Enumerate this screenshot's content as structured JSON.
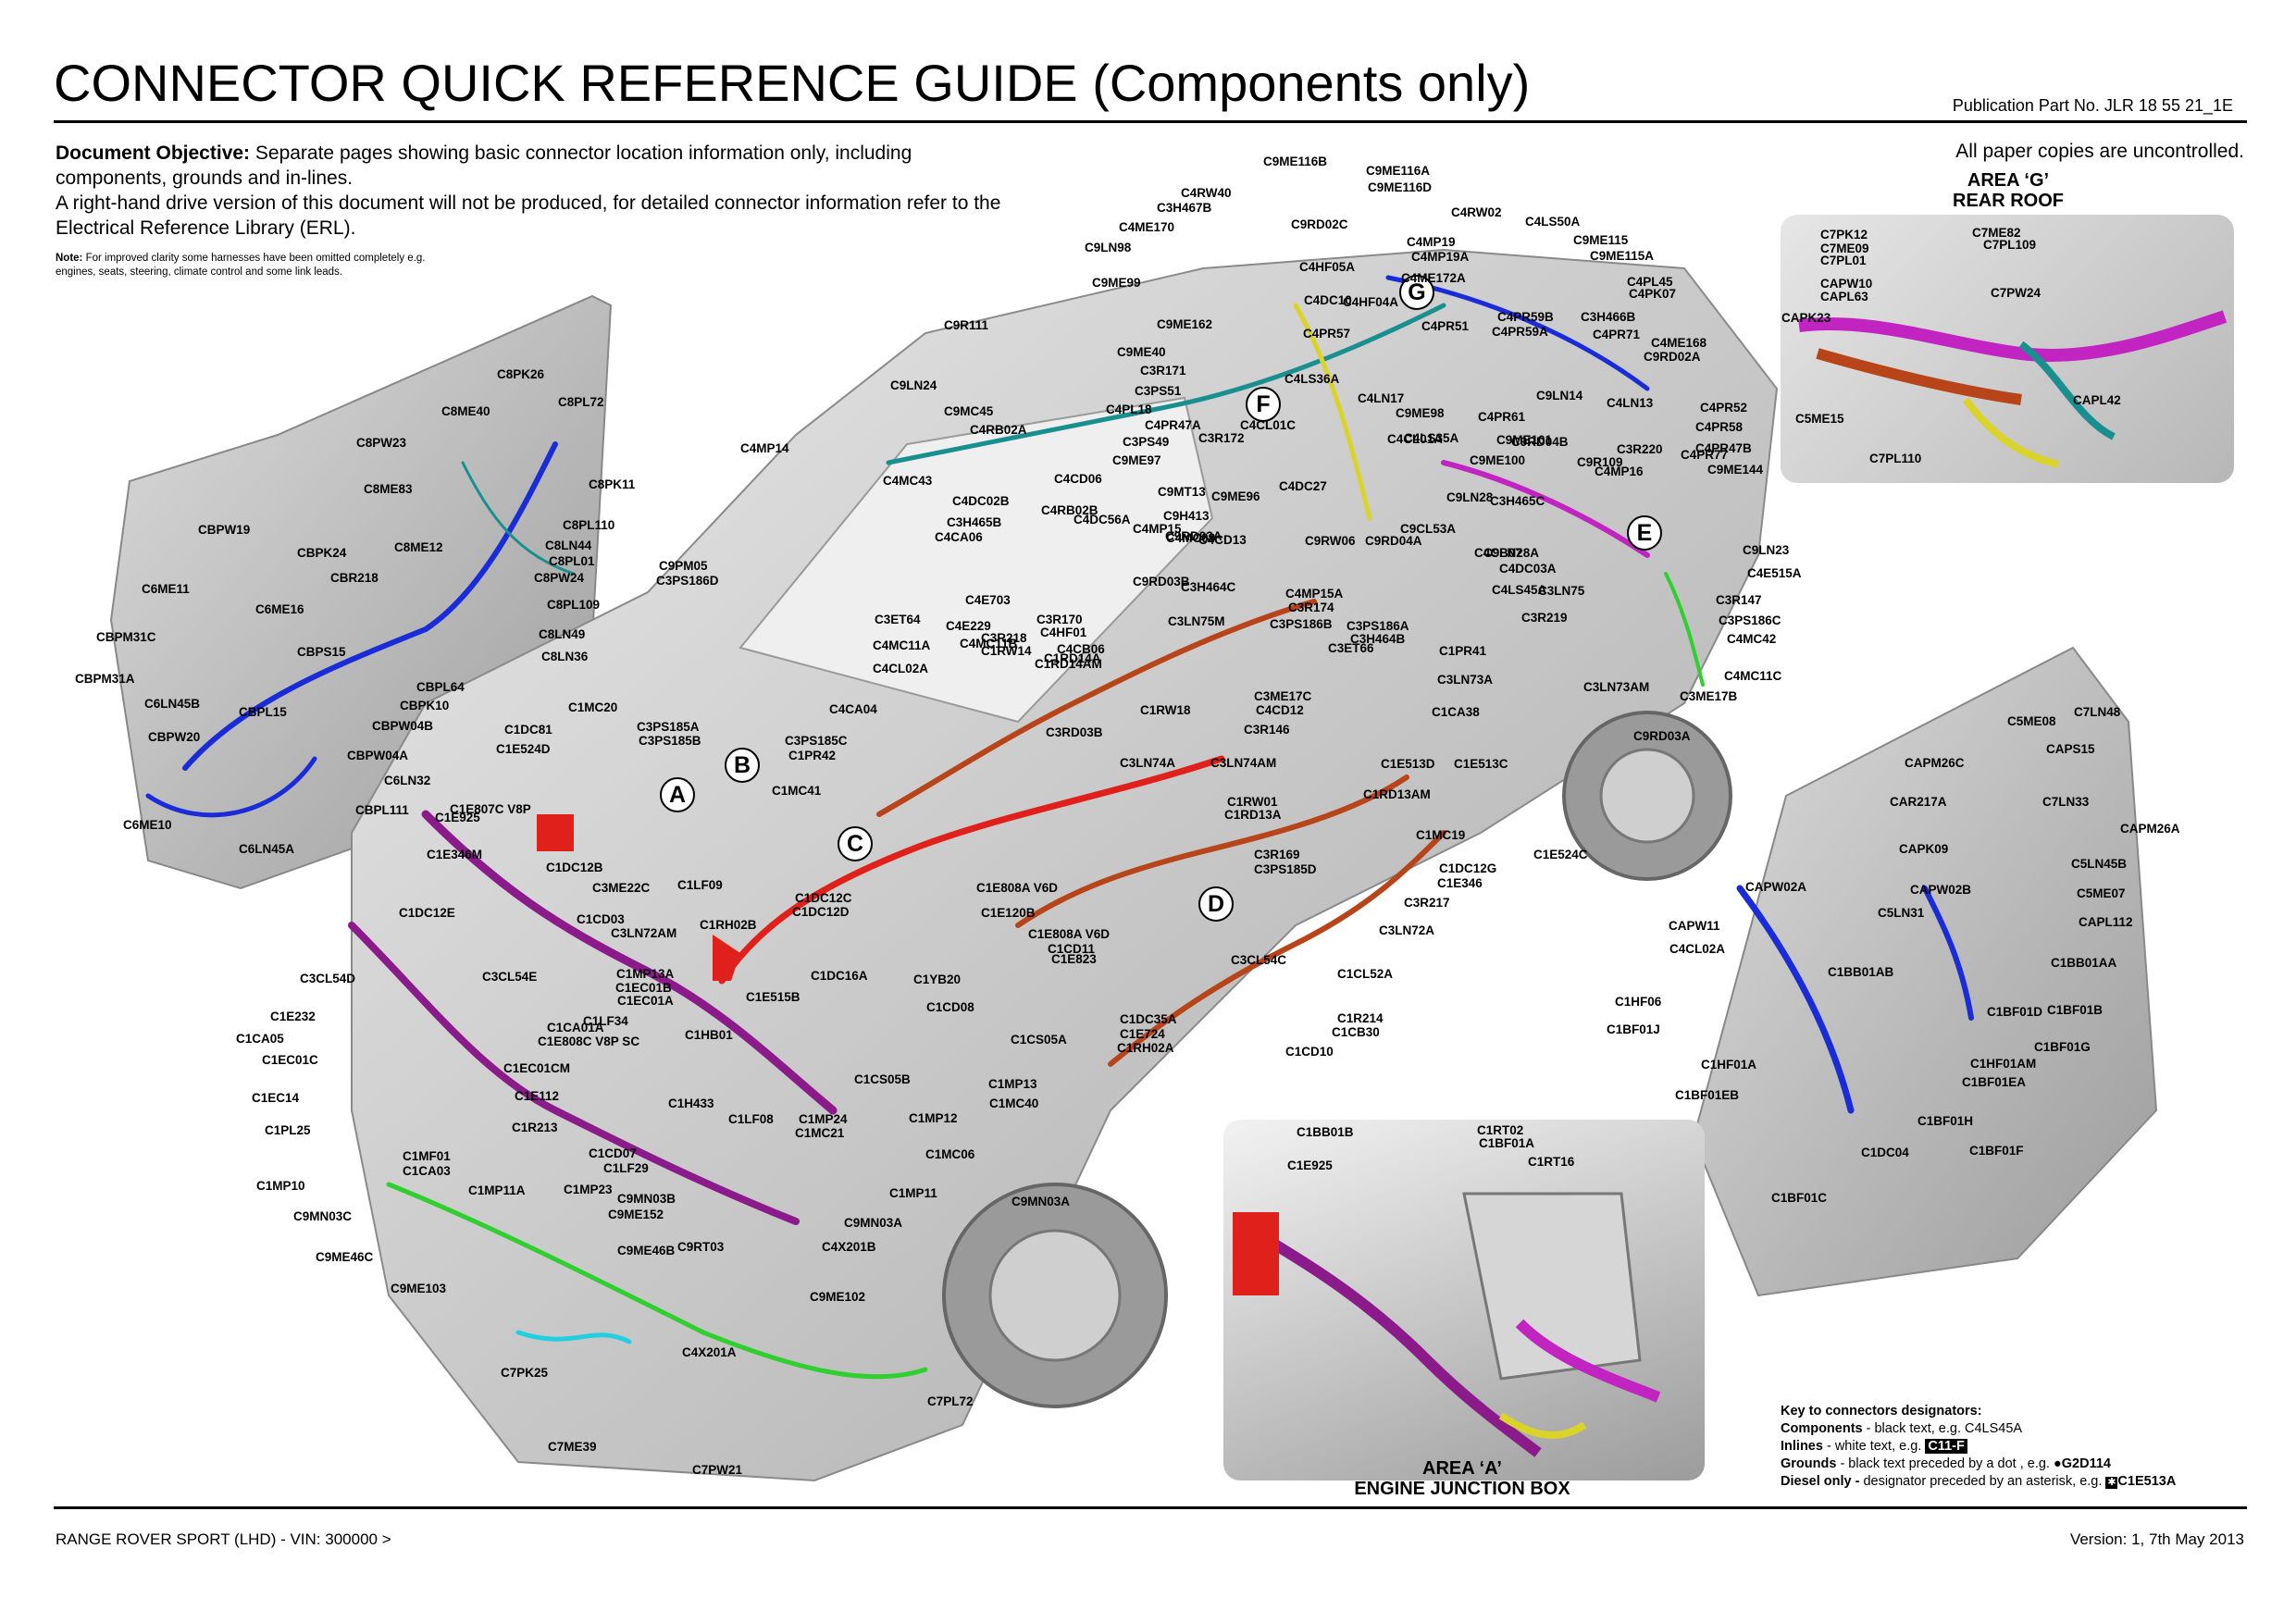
{
  "header": {
    "title": "CONNECTOR QUICK REFERENCE GUIDE  (Components only)",
    "publication": "Publication Part No. JLR 18 55 21_1E"
  },
  "intro": {
    "objective_label": "Document Objective:",
    "objective_text": " Separate pages showing basic connector location information only, including components, grounds and in-lines.",
    "rhd_text": "A right-hand drive version of this document will not be produced, for detailed connector information refer to the Electrical Reference Library (ERL).",
    "note_label": "Note:",
    "note_text": " For improved clarity some harnesses have been omitted completely e.g. engines, seats, steering, climate control and some link leads."
  },
  "uncontrolled": "All paper copies are uncontrolled.",
  "area_g": {
    "line1": "AREA ‘G’",
    "line2": "REAR ROOF"
  },
  "area_a": {
    "line1": "AREA ‘A’",
    "line2": "ENGINE JUNCTION BOX"
  },
  "key": {
    "title": "Key to connectors designators:",
    "components_label": "Components",
    "components_text": " - black text, e.g. C4LS45A",
    "inlines_label": "Inlines",
    "inlines_text": " - white text, e.g. ",
    "inlines_example": "C11-F",
    "grounds_label": "Grounds",
    "grounds_text": " - black text preceded by a dot , e.g. ",
    "grounds_example": "G2D114",
    "diesel_label": "Diesel only -",
    "diesel_text": " designator preceded by an asterisk, e.g. ",
    "diesel_example": "C1E513A"
  },
  "footer": {
    "left": "RANGE ROVER SPORT (LHD) - VIN: 300000 >",
    "right": "Version: 1, 7th May 2013"
  },
  "zones": [
    "A",
    "B",
    "C",
    "D",
    "E",
    "F",
    "G"
  ],
  "connectors": [
    "C8PK26",
    "C8PL72",
    "C8ME40",
    "C8PW23",
    "C8PK11",
    "C8ME83",
    "C8PL110",
    "CBPW19",
    "C8ME12",
    "C8LN44",
    "C6ME11",
    "CBPK24",
    "C8PL01",
    "CBR218",
    "C8PW24",
    "C8PL109",
    "C6ME16",
    "CBPM31C",
    "C8LN49",
    "CBPS15",
    "C8LN36",
    "CBPM31A",
    "CBPL64",
    "C6LN45B",
    "CBPK10",
    "CBPL15",
    "CBPW04B",
    "CBPW20",
    "CBPW04A",
    "C6LN32",
    "CBPL111",
    "C6ME10",
    "C6LN45A",
    "C9ME116B",
    "C9ME116A",
    "C9ME116D",
    "C4RW40",
    "C3H467B",
    "C4RW02",
    "C4LS50A",
    "C4ME170",
    "C9RD02C",
    "C4MP19",
    "C9ME115",
    "C9LN98",
    "C4MP19A",
    "C9ME115A",
    "C4HF05A",
    "C4ME172A",
    "C4PL45",
    "C9ME99",
    "C4DC10",
    "C4HF04A",
    "C4PK07",
    "C4PR59B",
    "C3H466B",
    "C9ME162",
    "C4PR51",
    "C4PR59A",
    "C9R111",
    "C4PR57",
    "C4PR71",
    "C4ME168",
    "C9RD02A",
    "C9ME40",
    "C3R171",
    "C4LS36A",
    "C9LN14",
    "C3PS51",
    "C4LN17",
    "C4LN13",
    "C4PR52",
    "C9LN24",
    "C4PL18",
    "C9ME98",
    "C4PR61",
    "C4PR58",
    "C9MC45",
    "C4PR47A",
    "C4CL01C",
    "C4CL01A",
    "C9ME101",
    "C4PR47B",
    "C4RB02A",
    "C3PS49",
    "C3R172",
    "C4LS35A",
    "C9RD04B",
    "C3R220",
    "C4PR77",
    "C4MP14",
    "C9ME97",
    "C9ME100",
    "C9R109",
    "C4MP16",
    "C9ME144",
    "C4MC43",
    "C4CD06",
    "C4DC27",
    "C9LN28",
    "C9MT13",
    "C9ME96",
    "C3H465C",
    "C4DC02B",
    "C4RB02B",
    "C9H413",
    "C9CL53A",
    "C9RW06",
    "C4CB07",
    "C9LN23",
    "C3H465B",
    "C4DC56A",
    "C4MP15",
    "C9RD03A",
    "C9RD04A",
    "C9LN28A",
    "C4E515A",
    "C4CA06",
    "C4MC09",
    "C4CD13",
    "C4DC03A",
    "C4LS45A",
    "C3R147",
    "C9PM05",
    "C3PS186D",
    "C4E703",
    "C9RD03B",
    "C3H464C",
    "C4MP15A",
    "C3R174",
    "C3LN75",
    "C3PS186C",
    "C3ET64",
    "C4E229",
    "C3R170",
    "C3LN75M",
    "C3PS186B",
    "C3PS186A",
    "C3H464B",
    "C3R219",
    "C4MC42",
    "C4MC11A",
    "C4MC11B",
    "C3R218",
    "C4HF01",
    "C3ET66",
    "C4CB06",
    "C1PR41",
    "C4MC11C",
    "C4CL02A",
    "C1RW14",
    "C1RD14A",
    "C1RD14AM",
    "C3LN73A",
    "C3LN73AM",
    "C3ME17B",
    "C3ME17C",
    "C4CD12",
    "C4CA04",
    "C1RW18",
    "C1CA38",
    "C9RD03A",
    "C3RD03B",
    "C3R146",
    "C1MC20",
    "C1DC81",
    "C3PS185A",
    "C3PS185B",
    "C3PS185C",
    "C1PR42",
    "C3LN74A",
    "C3LN74AM",
    "C1E513D",
    "C1E513C",
    "C1E524D",
    "C1MC41",
    "C1RW01",
    "C1RD13A",
    "C1RD13AM",
    "C1E807C V8P",
    "C1E925",
    "C1MC19",
    "C3R169",
    "C3PS185D",
    "C1E524C",
    "C1DC12G",
    "C1E346",
    "C1E346M",
    "C1DC12B",
    "C3ME22C",
    "C1LF09",
    "C1E808A V6D",
    "C1DC12C",
    "C1DC12D",
    "C1DC12E",
    "C1CD03",
    "C1E120B",
    "C3R217",
    "C3LN72A",
    "C3LN72AM",
    "C1RH02B",
    "C1E808A V6D",
    "C1CD11",
    "C1E823",
    "C3CL54C",
    "C3CL54D",
    "C3CL54E",
    "C1MP13A",
    "C1EC01B",
    "C1EC01A",
    "C1DC16A",
    "C1YB20",
    "C1CL52A",
    "C1R214",
    "C1CB30",
    "C1E232",
    "C1E515B",
    "C1LF34",
    "C1CD08",
    "C1DC35A",
    "C1E724",
    "C1RH02A",
    "C1CA05",
    "C1CA01A",
    "C1E808C V8P SC",
    "C1HB01",
    "C1CS05A",
    "C1CD10",
    "C1EC01C",
    "C1EC01CM",
    "C1CS05B",
    "C1MP13",
    "C1EC14",
    "C1E112",
    "C1H433",
    "C1MC40",
    "C1PL25",
    "C1R213",
    "C1LF08",
    "C1MP24",
    "C1MC21",
    "C1MP12",
    "C1CD07",
    "C1MC06",
    "C1MF01",
    "C1CA03",
    "C1LF29",
    "C1MP10",
    "C1MP11A",
    "C1MP23",
    "C1MP11",
    "C9MN03A",
    "C9MN03B",
    "C9ME152",
    "C9MN03A",
    "C9MN03C",
    "C9ME46B",
    "C9ME46C",
    "C9RT03",
    "C4X201B",
    "C9ME103",
    "C9ME102",
    "C4X201A",
    "C7PK25",
    "C7PL72",
    "C7ME39",
    "C7PW21",
    "C7ME82",
    "C7PL109",
    "C7PK12",
    "C7ME09",
    "C7PL01",
    "CAPW10",
    "CAPL63",
    "C7PW24",
    "CAPK23",
    "C5ME15",
    "CAPL42",
    "C7PL110",
    "C5ME08",
    "C7LN48",
    "CAPS15",
    "CAPM26C",
    "CAR217A",
    "C7LN33",
    "CAPM26A",
    "CAPK09",
    "C5LN45B",
    "CAPW02A",
    "CAPW02B",
    "C5ME07",
    "C5LN31",
    "CAPW11",
    "CAPL112",
    "C4CL02A",
    "C1BB01AA",
    "C1BB01AB",
    "C1HF06",
    "C1BF01D",
    "C1BF01B",
    "C1BF01J",
    "C1BF01G",
    "C1HF01A",
    "C1HF01AM",
    "C1BF01EA",
    "C1BF01EB",
    "C1BF01H",
    "C1BF01F",
    "C1DC04",
    "C1BF01C",
    "C1BB01B",
    "C1RT02",
    "C1BF01A",
    "C1E925",
    "C1RT16"
  ]
}
